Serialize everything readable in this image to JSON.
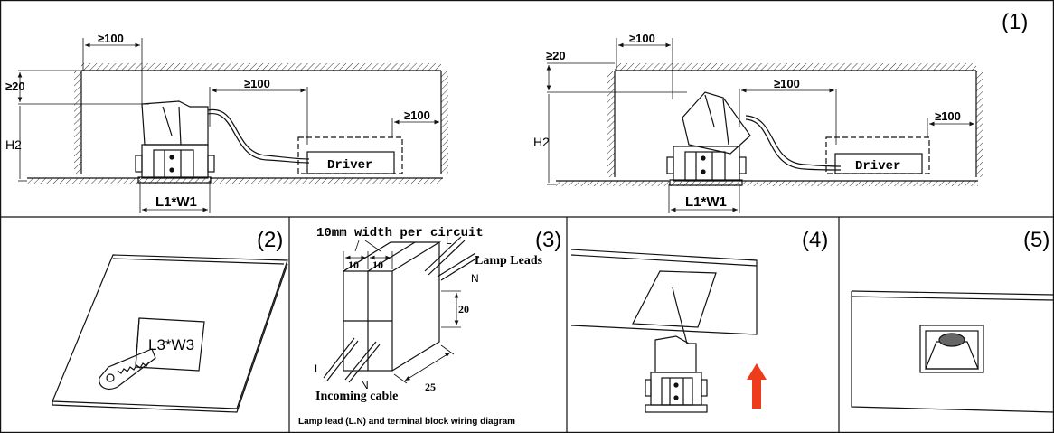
{
  "panels": {
    "p1": {
      "number": "(1)",
      "left": {
        "dim_top": "≥100",
        "dim_side": "≥20",
        "dim_mid": "≥100",
        "dim_right": "≥100",
        "height_label": "H2",
        "cutout_label": "L1*W1",
        "driver_label": "Driver"
      },
      "right": {
        "dim_top": "≥100",
        "dim_side": "≥20",
        "dim_mid": "≥100",
        "dim_right": "≥100",
        "height_label": "H2",
        "cutout_label": "L1*W1",
        "driver_label": "Driver"
      }
    },
    "p2": {
      "number": "(2)",
      "cutout_label": "L3*W3"
    },
    "p3": {
      "number": "(3)",
      "header": "10mm width per circuit",
      "dim_a": "10",
      "dim_b": "10",
      "dim_height": "20",
      "dim_depth": "25",
      "lamp_leads": "Lamp Leads",
      "lead_l_top": "L",
      "lead_n_top": "N",
      "lead_l_bottom": "L",
      "lead_n_bottom": "N",
      "incoming": "Incoming cable",
      "caption": "Lamp lead (L.N) and terminal block wiring diagram"
    },
    "p4": {
      "number": "(4)"
    },
    "p5": {
      "number": "(5)"
    }
  },
  "colors": {
    "line": "#111111",
    "hatch": "#333333",
    "arrow": "#ee3b1c"
  }
}
